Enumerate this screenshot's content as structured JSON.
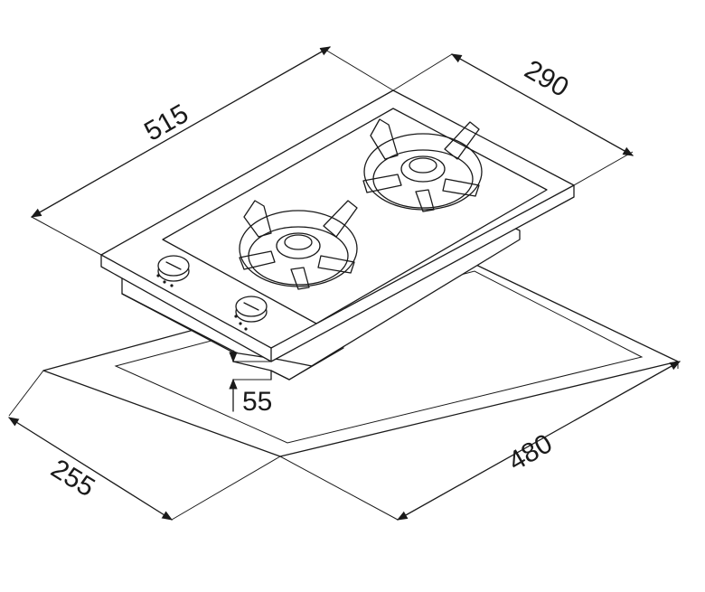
{
  "dimensions": {
    "width_top": "515",
    "depth_top": "290",
    "cutout_width": "480",
    "cutout_depth": "255",
    "height": "55"
  },
  "colors": {
    "line": "#1a1a1a",
    "background": "#ffffff"
  }
}
